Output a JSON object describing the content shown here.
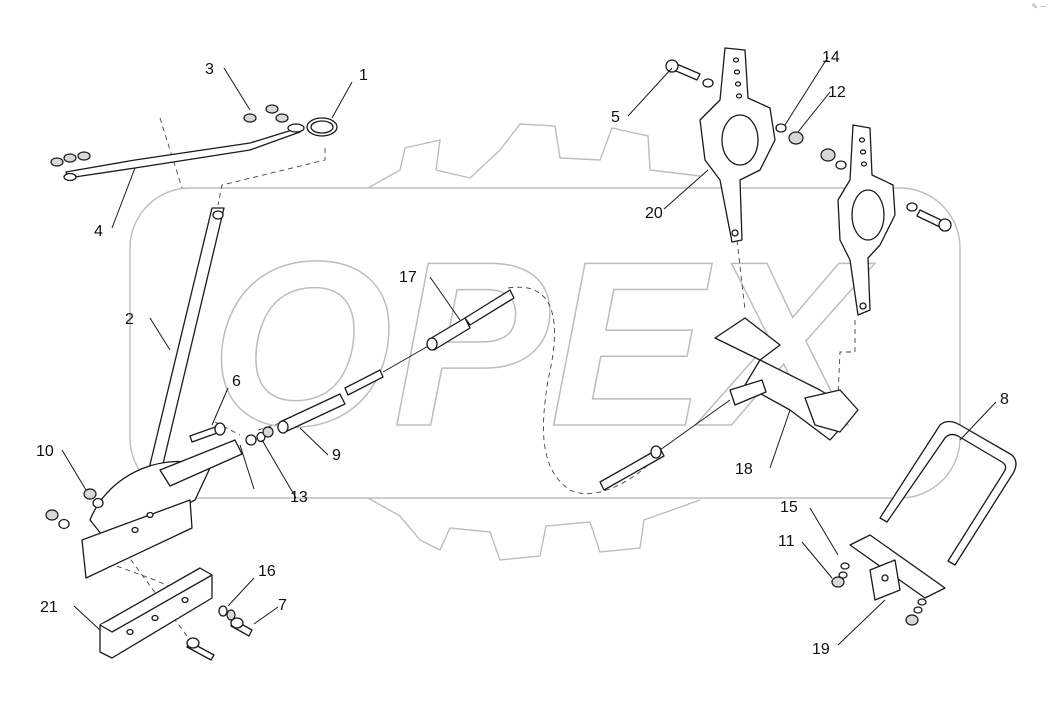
{
  "diagram": {
    "watermark_text": "OPEX",
    "corner_mark": "✎ ─",
    "callouts": [
      {
        "label": "1"
      },
      {
        "label": "2"
      },
      {
        "label": "3"
      },
      {
        "label": "4"
      },
      {
        "label": "5"
      },
      {
        "label": "6"
      },
      {
        "label": "7"
      },
      {
        "label": "8"
      },
      {
        "label": "9"
      },
      {
        "label": "10"
      },
      {
        "label": "11"
      },
      {
        "label": "12"
      },
      {
        "label": "13"
      },
      {
        "label": "14"
      },
      {
        "label": "15"
      },
      {
        "label": "16"
      },
      {
        "label": "17"
      },
      {
        "label": "18"
      },
      {
        "label": "19"
      },
      {
        "label": "20"
      },
      {
        "label": "21"
      }
    ],
    "colors": {
      "line": "#1a1a1a",
      "watermark": "#bdbdbd",
      "background": "#ffffff"
    }
  }
}
